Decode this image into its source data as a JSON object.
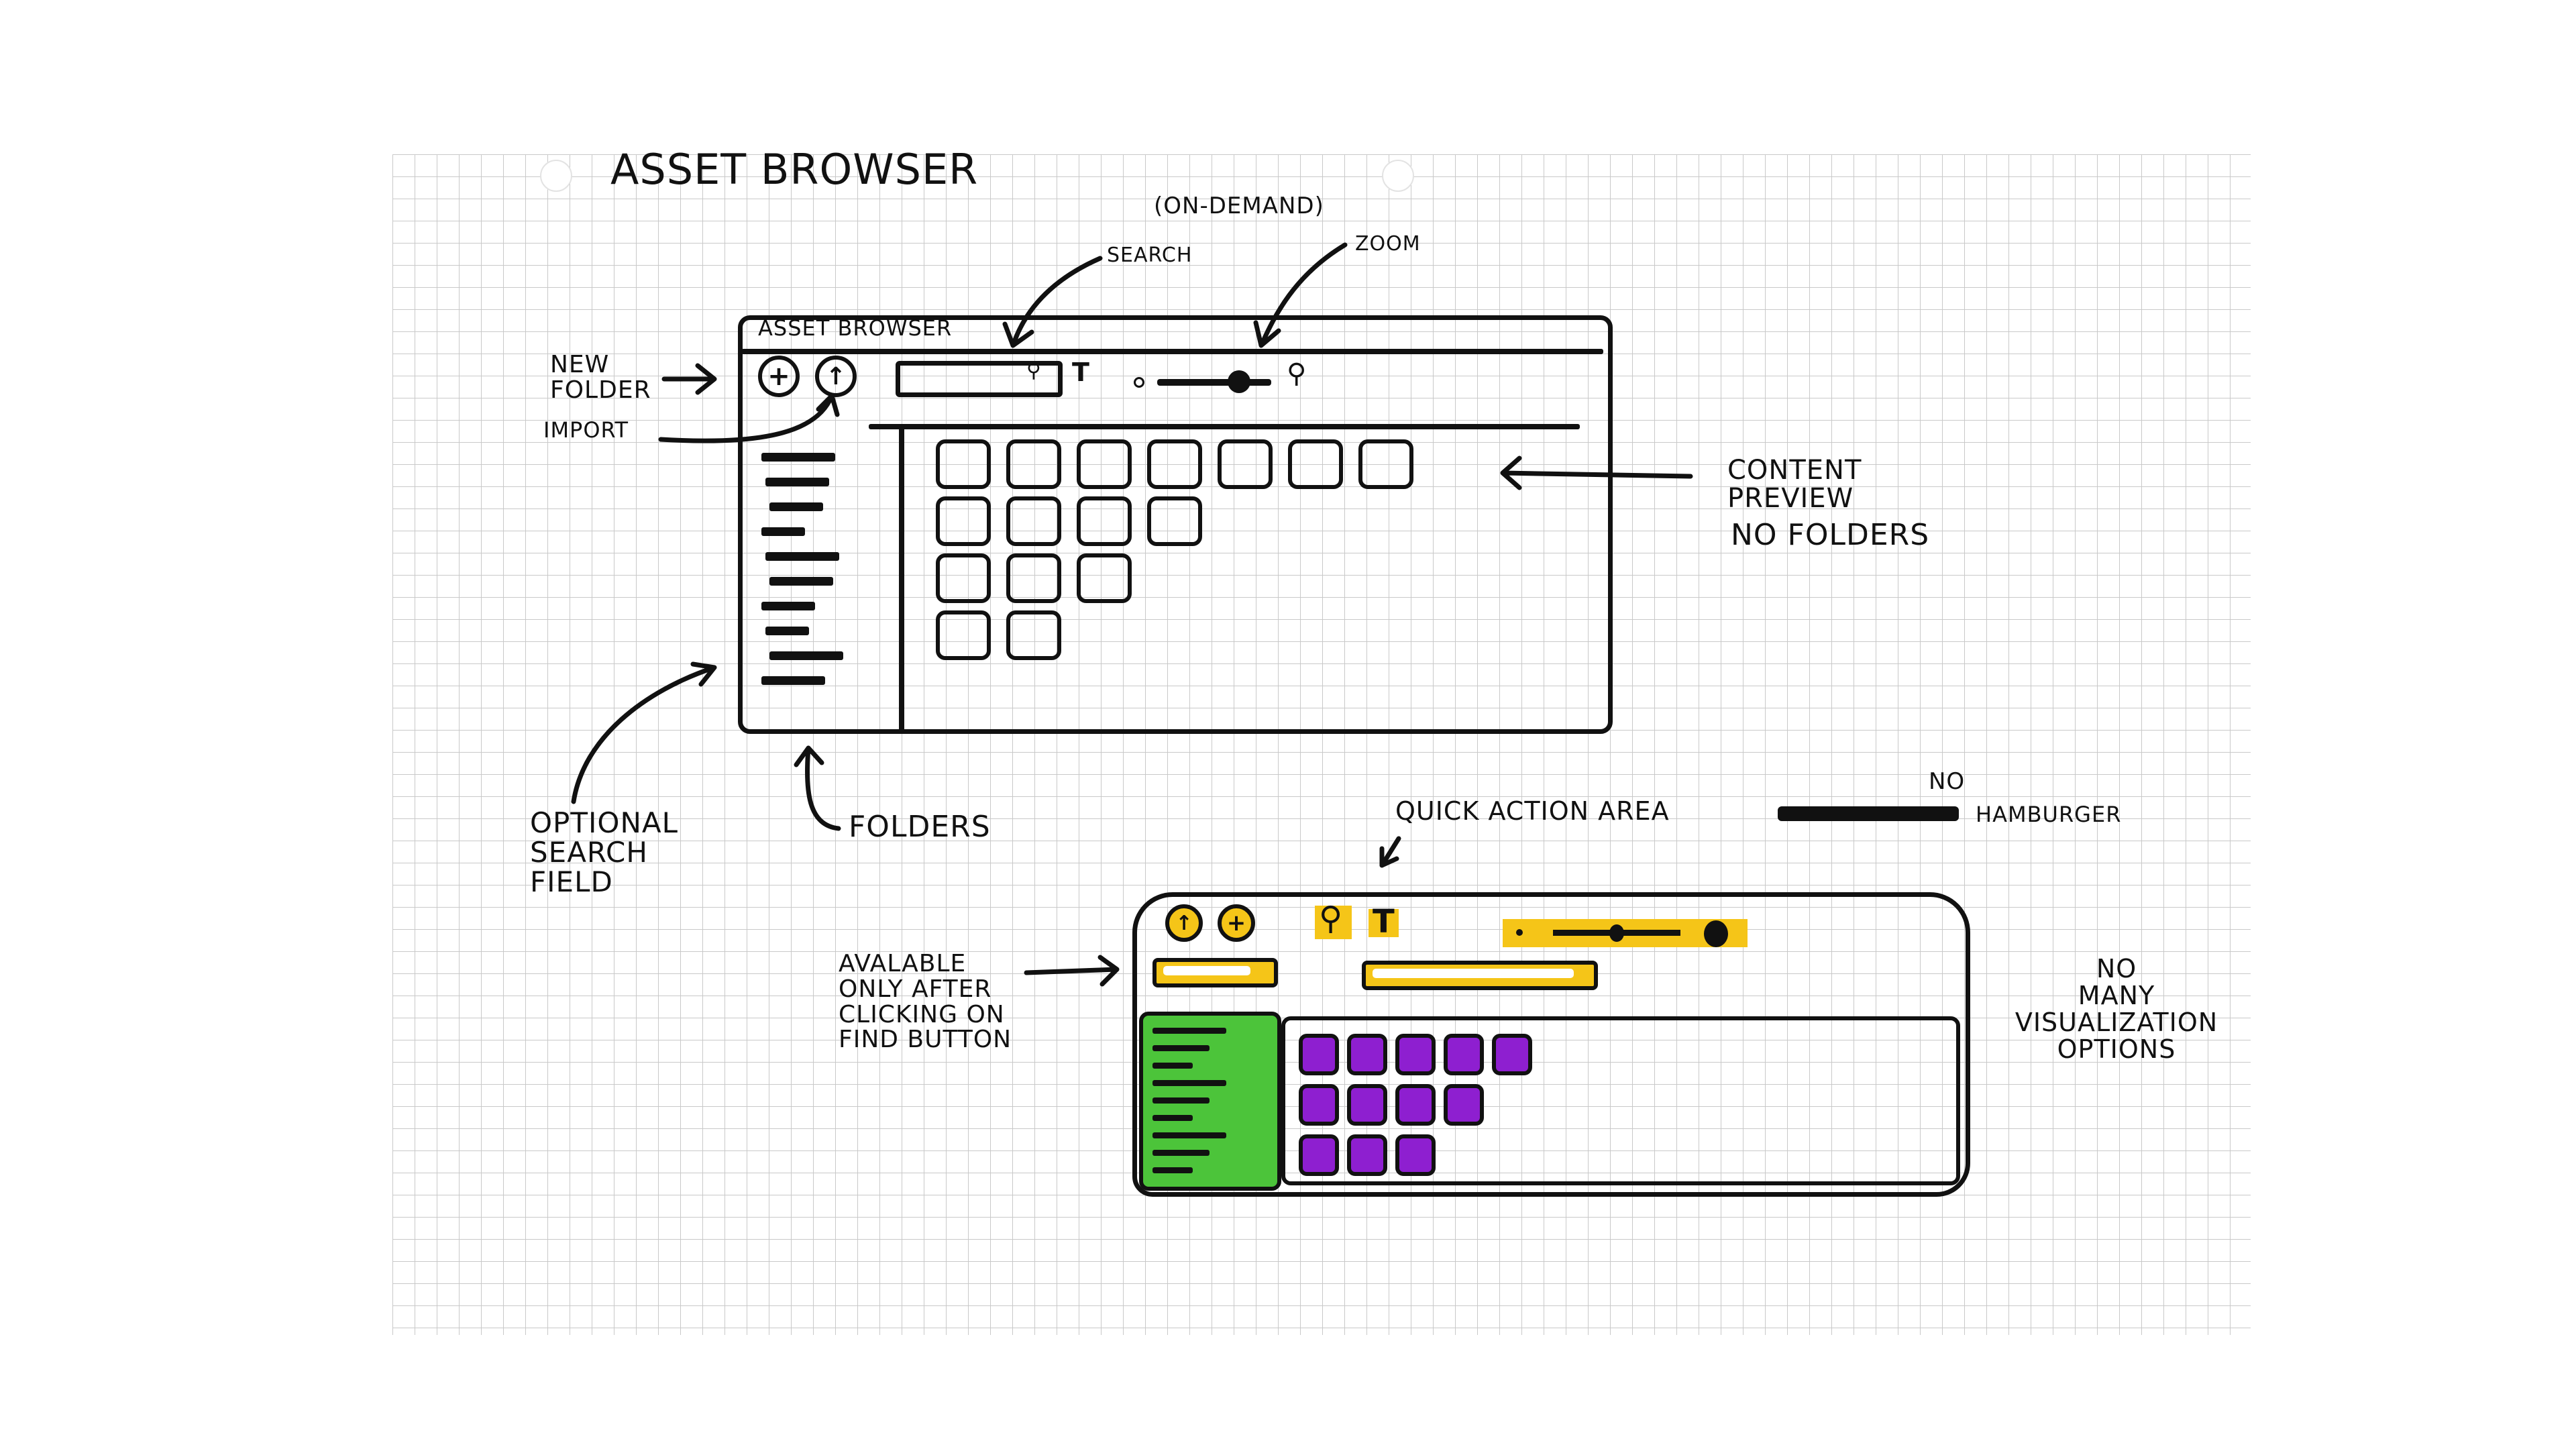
{
  "page_title": "Asset Browser",
  "colors": {
    "highlight_yellow": "#f5c518",
    "folders_green": "#4cc43a",
    "tiles_purple": "#8e1fd0",
    "ink": "#111111"
  },
  "sketch_v1": {
    "window_title": "Asset Browser",
    "toolbar": {
      "new_folder_icon": "plus-circle-icon",
      "import_icon": "arrow-up-circle-icon",
      "search_icon": "search-icon",
      "filter_icon": "filter-icon",
      "zoom_icon": "zoom-icon"
    },
    "folder_rows": 10,
    "content_tiles_per_row": [
      7,
      4,
      3,
      2
    ]
  },
  "annotations": {
    "on_demand": "(On-Demand)",
    "search": "Search",
    "zoom": "Zoom",
    "new_folder": "New\nFolder",
    "import": "Import",
    "content_preview": "Content\nPreview",
    "no_folders": "No Folders",
    "optional_search_field": "Optional\nSearch\nField",
    "folders": "Folders",
    "quick_action_area": "Quick Action Area",
    "no": "No",
    "hamburger": "Hamburger",
    "available_only": "Avalable\nonly after\nclicking on\nFind Button",
    "no_many_visualization": "No\nmany\nvisualization\noptions"
  },
  "sketch_v2": {
    "toolbar": {
      "import_icon": "arrow-up-circle-icon",
      "new_folder_icon": "plus-circle-icon",
      "find_icon": "search-icon",
      "filter_icon": "filter-icon",
      "zoom_slider_value": 0.5
    },
    "folder_rows": 9,
    "content_tiles_per_row": [
      5,
      4,
      3
    ]
  }
}
